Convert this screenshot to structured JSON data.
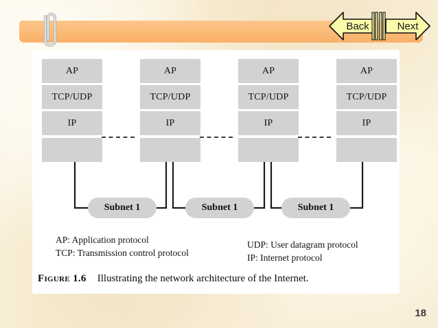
{
  "slide": {
    "page_number": "18",
    "background_color": "#faf0d8",
    "banner_color": "#fbbd7a",
    "panel_color": "#ffffff"
  },
  "nav": {
    "back_label": "Back",
    "next_label": "Next",
    "arrow_fill": "#fbfbaa",
    "arrow_stroke": "#101010"
  },
  "icons": {
    "paperclip": "paperclip-icon"
  },
  "figure": {
    "caption_label": "Figure 1.6",
    "caption_text": "Illustrating the network architecture of the Internet.",
    "box_fill": "#d2d2d2",
    "line_color": "#1a1a1a"
  },
  "diagram": {
    "type": "network-architecture-stack",
    "columns": [
      {
        "id": "host-1",
        "layers": [
          "AP",
          "TCP/UDP",
          "IP",
          ""
        ]
      },
      {
        "id": "router-1",
        "layers": [
          "AP",
          "TCP/UDP",
          "IP",
          ""
        ]
      },
      {
        "id": "router-2",
        "layers": [
          "AP",
          "TCP/UDP",
          "IP",
          ""
        ]
      },
      {
        "id": "host-2",
        "layers": [
          "AP",
          "TCP/UDP",
          "IP",
          ""
        ]
      }
    ],
    "subnets": [
      {
        "id": "subnet-a",
        "label": "Subnet 1"
      },
      {
        "id": "subnet-b",
        "label": "Subnet 1"
      },
      {
        "id": "subnet-c",
        "label": "Subnet 1"
      }
    ]
  },
  "legend": {
    "left": [
      "AP: Application protocol",
      "TCP: Transmission control protocol"
    ],
    "right": [
      "UDP: User datagram protocol",
      "IP: Internet protocol"
    ]
  }
}
